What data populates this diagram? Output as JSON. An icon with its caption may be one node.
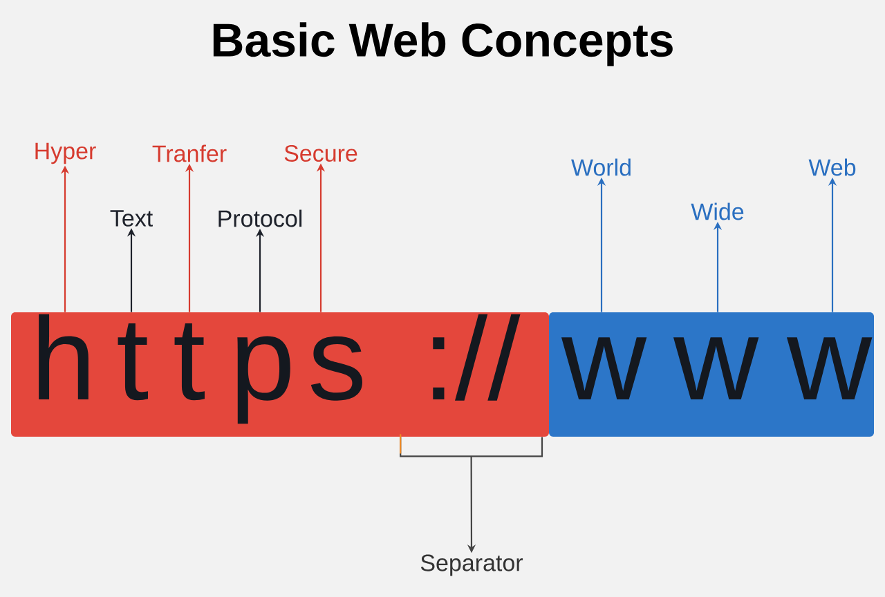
{
  "diagram": {
    "title": "Basic Web Concepts",
    "nodes": [
      {
        "text": [],
        "shape": "box"
      },
      {
        "text": [
          "h"
        ],
        "in": 0
      },
      {
        "text": [
          "t"
        ],
        "in": 0
      },
      {
        "text": [
          "t"
        ],
        "in": 0
      },
      {
        "text": [
          "p"
        ],
        "in": 0
      },
      {
        "text": [
          "s"
        ],
        "in": 0
      },
      {
        "text": [
          "://"
        ],
        "in": 0
      },
      {
        "text": [],
        "shape": "box"
      },
      {
        "text": [
          "w"
        ],
        "in": 7
      },
      {
        "text": [
          "w"
        ],
        "in": 7
      },
      {
        "text": [
          "w"
        ],
        "in": 7
      },
      {
        "text": [
          "Hyper"
        ]
      },
      {
        "text": [
          "Text"
        ]
      },
      {
        "text": [
          "Tranfer"
        ]
      },
      {
        "text": [
          "Protocol"
        ]
      },
      {
        "text": [
          "Secure"
        ]
      },
      {
        "text": [
          "World"
        ]
      },
      {
        "text": [
          "Wide"
        ]
      },
      {
        "text": [
          "Web"
        ]
      },
      {
        "text": [
          "Separator"
        ]
      }
    ],
    "edges": [
      {
        "from": 1,
        "to": 11,
        "arrow": "to",
        "color": "#d63b2f"
      },
      {
        "from": 2,
        "to": 12,
        "arrow": "to",
        "color": "#1e222b"
      },
      {
        "from": 3,
        "to": 13,
        "arrow": "to",
        "color": "#d63b2f"
      },
      {
        "from": 4,
        "to": 14,
        "arrow": "to",
        "color": "#1e222b"
      },
      {
        "from": 5,
        "to": 15,
        "arrow": "to",
        "color": "#d63b2f"
      },
      {
        "from": 8,
        "to": 16,
        "arrow": "to",
        "color": "#2a6fc0"
      },
      {
        "from": 9,
        "to": 17,
        "arrow": "to",
        "color": "#2a6fc0"
      },
      {
        "from": 10,
        "to": 18,
        "arrow": "to",
        "color": "#2a6fc0"
      },
      {
        "from": 6,
        "to": 19,
        "arrow": "to",
        "color": "#444444"
      }
    ]
  }
}
